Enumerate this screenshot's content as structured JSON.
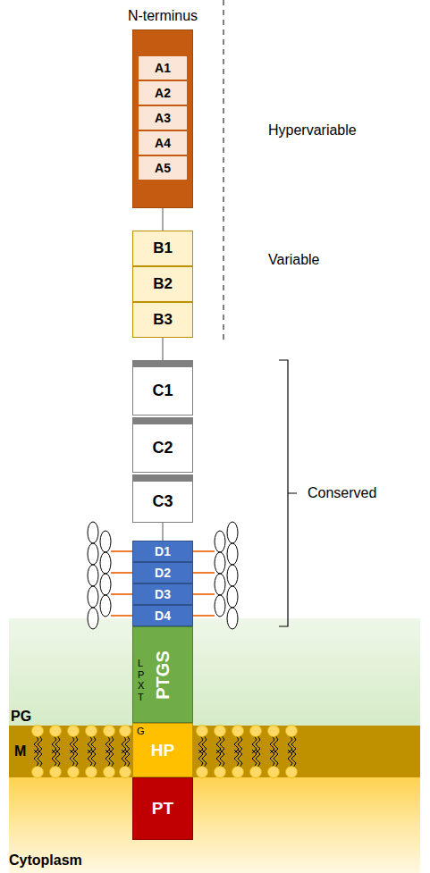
{
  "diagram": {
    "nodes": [
      {
        "text": [
          "N-terminus"
        ]
      },
      {
        "text": [
          "A1"
        ],
        "in": 0
      },
      {
        "text": [
          "A2"
        ],
        "in": 0
      },
      {
        "text": [
          "A3"
        ],
        "in": 0
      },
      {
        "text": [
          "A4"
        ],
        "in": 0
      },
      {
        "text": [
          "A5"
        ],
        "in": 0
      },
      {
        "text": [
          "B1"
        ]
      },
      {
        "text": [
          "B2"
        ]
      },
      {
        "text": [
          "B3"
        ]
      },
      {
        "text": [
          "C1"
        ]
      },
      {
        "text": [
          "C2"
        ]
      },
      {
        "text": [
          "C3"
        ]
      },
      {
        "text": [
          "D1"
        ]
      },
      {
        "text": [
          "D2"
        ]
      },
      {
        "text": [
          "D3"
        ]
      },
      {
        "text": [
          "D4"
        ]
      },
      {
        "text": [
          "PTGS",
          "L P X T"
        ]
      },
      {
        "text": [
          "G",
          "HP"
        ]
      },
      {
        "text": [
          "PT"
        ]
      }
    ],
    "edges": [
      {
        "from": 0,
        "to": 6,
        "arrow": "none"
      },
      {
        "from": 8,
        "to": 9,
        "arrow": "none"
      },
      {
        "from": 11,
        "to": 12,
        "arrow": "none"
      }
    ],
    "labels": [
      "Hypervariable",
      "Variable",
      "Conserved",
      "PG",
      "M",
      "Cytoplasm"
    ]
  }
}
